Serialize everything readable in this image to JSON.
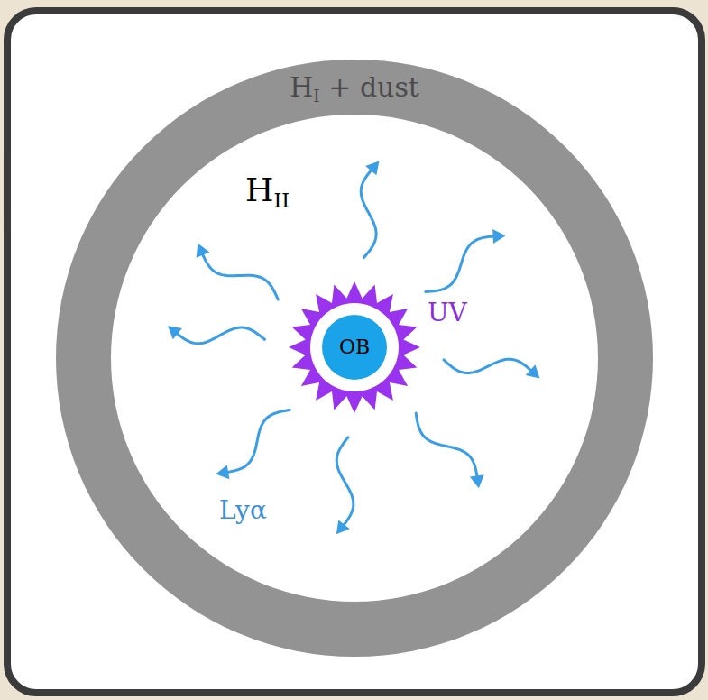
{
  "diagram": {
    "nodes": [
      {
        "text": [
          "HI + dust"
        ]
      },
      {
        "text": [
          "OB"
        ]
      }
    ],
    "labels": [
      "HII",
      "UV",
      "Lyα"
    ]
  }
}
